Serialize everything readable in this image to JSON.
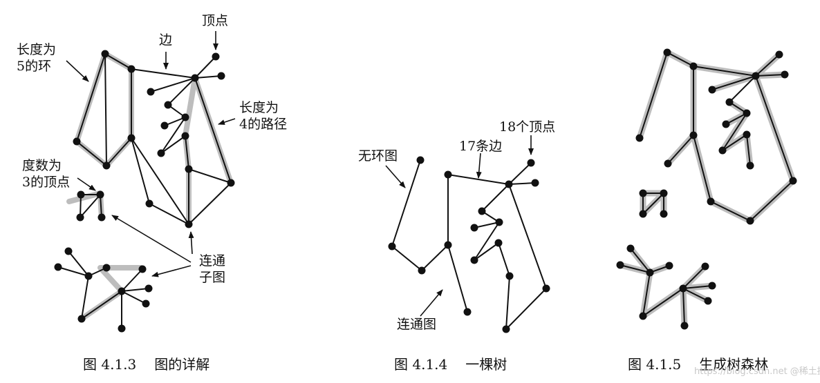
{
  "labels": {
    "fig1": {
      "cycle": [
        "长度为",
        "5的环"
      ],
      "edge": "边",
      "vertex": "顶点",
      "path": [
        "长度为",
        "4的路径"
      ],
      "degree": [
        "度数为",
        "3的顶点"
      ],
      "subgraph": [
        "连通",
        "子图"
      ]
    },
    "fig2": {
      "acyclic": "无环图",
      "edges": "17条边",
      "vertices": "18个顶点",
      "connected": "连通图"
    }
  },
  "captions": [
    {
      "number": "图 4.1.3",
      "title": "图的详解"
    },
    {
      "number": "图 4.1.4",
      "title": "一棵树"
    },
    {
      "number": "图 4.1.5",
      "title": "生成树森林"
    }
  ],
  "watermark": "https://blog.csdn.net @稀土掘金技术社区"
}
